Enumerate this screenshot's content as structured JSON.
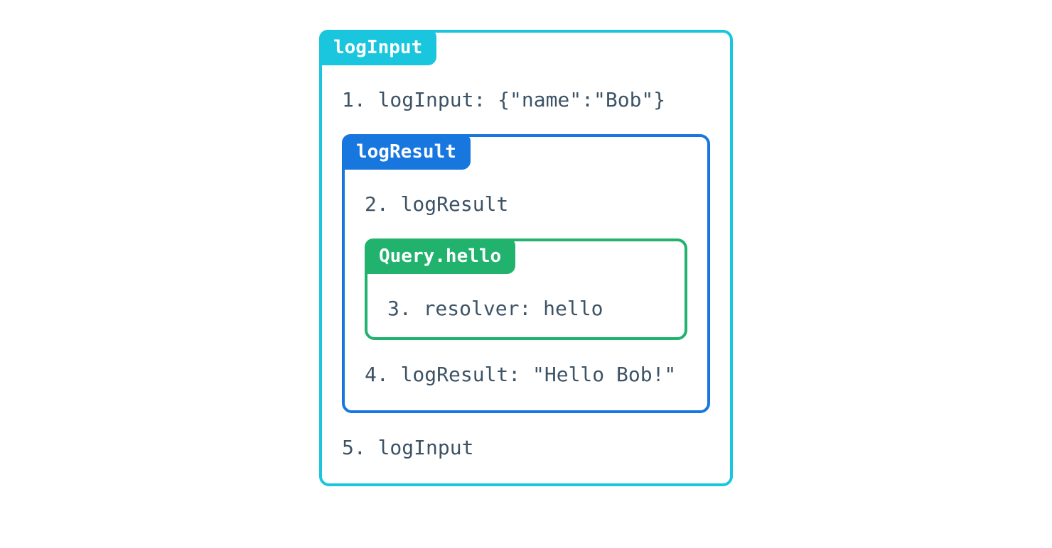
{
  "page": {
    "background_color": "#ffffff",
    "text_color": "#3D5365"
  },
  "diagram": {
    "description": "nested-middleware-execution-diagram",
    "boxes": {
      "logInput": {
        "label": "logInput",
        "color": "#19C6DE",
        "lines": {
          "enter": "1. logInput: {\"name\":\"Bob\"}",
          "exit": "5. logInput"
        }
      },
      "logResult": {
        "label": "logResult",
        "color": "#1877DF",
        "lines": {
          "enter": "2. logResult",
          "exit": "4. logResult: \"Hello Bob!\""
        }
      },
      "queryHello": {
        "label": "Query.hello",
        "color": "#21B26D",
        "lines": {
          "enter": "3. resolver: hello"
        }
      }
    }
  }
}
